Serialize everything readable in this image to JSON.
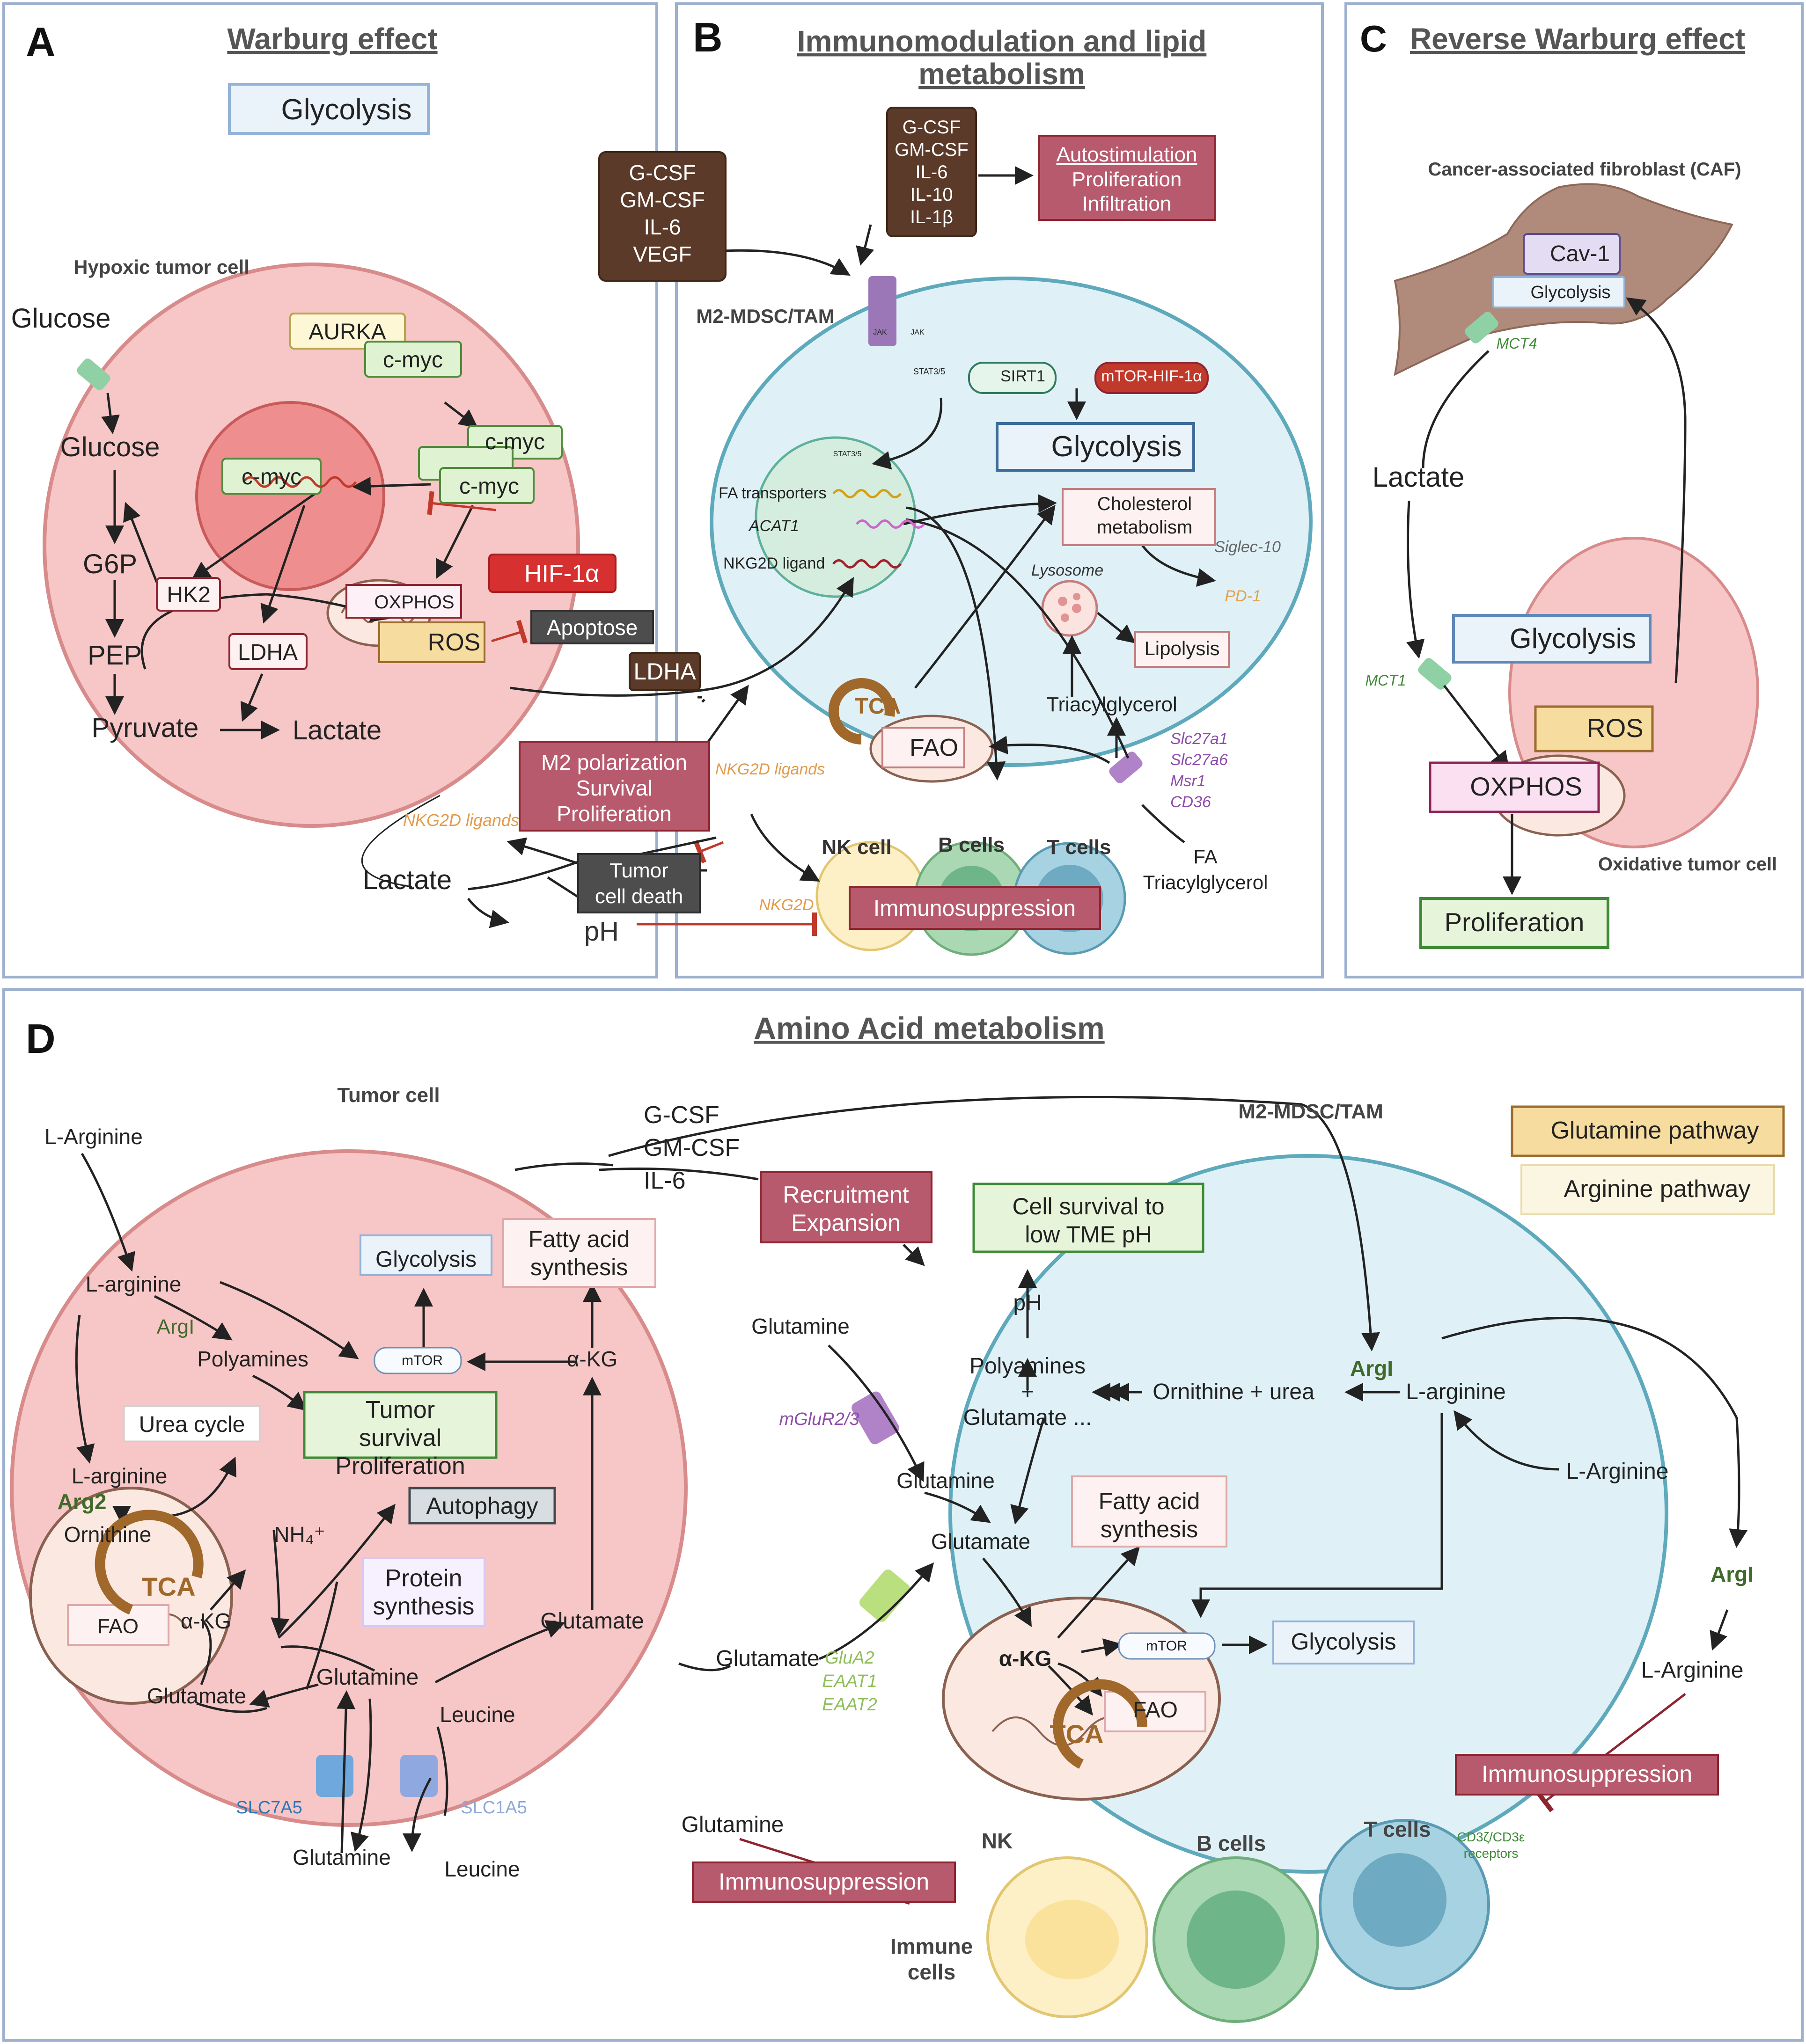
{
  "panels": {
    "a": "A",
    "b": "B",
    "c": "C",
    "d": "D"
  },
  "titles": {
    "a": "Warburg effect",
    "b1": "Immunomodulation and lipid",
    "b2": "metabolism",
    "c": "Reverse Warburg effect",
    "d": "Amino Acid metabolism"
  },
  "a": {
    "glycolysis": "Glycolysis",
    "hypoxic": "Hypoxic tumor cell",
    "glucose_out": "Glucose",
    "glucose_in": "Glucose",
    "g6p": "G6P",
    "pep": "PEP",
    "pyruvate": "Pyruvate",
    "lactate": "Lactate",
    "lactate_out": "Lactate",
    "ph": "pH",
    "aurka": "AURKA",
    "cmyc": "c-myc",
    "hk2": "HK2",
    "ldha": "LDHA",
    "hif": "HIF-1α",
    "oxphos": "OXPHOS",
    "ros": "ROS",
    "apoptose": "Apoptose",
    "ligands": "NKG2D ligands"
  },
  "mid": {
    "c1": "G-CSF",
    "c2": "GM-CSF",
    "c3": "IL-6",
    "c4": "VEGF",
    "ldha": "LDHA",
    "m2a": "M2 polarization",
    "m2b": "Survival",
    "m2c": "Proliferation",
    "tcd1": "Tumor",
    "tcd2": "cell death"
  },
  "b": {
    "cy1": "G-CSF",
    "cy2": "GM-CSF",
    "cy3": "IL-6",
    "cy4": "IL-10",
    "cy5": "IL-1β",
    "auto1": "Autostimulation",
    "auto2": "Proliferation",
    "auto3": "Infiltration",
    "mdsc": "M2-MDSC/TAM",
    "jak": "JAK",
    "stat": "STAT3/5",
    "sirt1": "SIRT1",
    "mtor_hif": "mTOR-HIF-1α",
    "glycolysis": "Glycolysis",
    "fa_trans": "FA transporters",
    "acat1": "ACAT1",
    "nkg2d_lig": "NKG2D ligand",
    "chol1": "Cholesterol",
    "chol2": "metabolism",
    "siglec": "Siglec-10",
    "pd1": "PD-1",
    "lysosome": "Lysosome",
    "lipolysis": "Lipolysis",
    "tag": "Triacylglycerol",
    "tca": "TCA",
    "fao": "FAO",
    "slc1": "Slc27a1",
    "slc2": "Slc27a6",
    "slc3": "Msr1",
    "slc4": "CD36",
    "fa": "FA",
    "fa_tag": "Triacylglycerol",
    "ligands": "NKG2D ligands",
    "nk": "NK cell",
    "bcells": "B cells",
    "tcells": "T cells",
    "nkg2d": "NKG2D",
    "immuno": "Immunosuppression"
  },
  "c": {
    "caf": "Cancer-associated fibroblast (CAF)",
    "cav1": "Cav-1",
    "glycolysis_small": "Glycolysis",
    "mct4": "MCT4",
    "lactate": "Lactate",
    "glycolysis": "Glycolysis",
    "mct1": "MCT1",
    "ros": "ROS",
    "oxphos": "OXPHOS",
    "oxidative": "Oxidative tumor cell",
    "prolif": "Proliferation"
  },
  "d": {
    "tumor": "Tumor cell",
    "larg_out": "L-Arginine",
    "larg": "L-arginine",
    "argi": "ArgI",
    "polyamines": "Polyamines",
    "mtor": "mTOR",
    "alpha_kg": "α-KG",
    "glycolysis": "Glycolysis",
    "fas1": "Fatty acid",
    "fas2": "synthesis",
    "surv1": "Tumor",
    "surv2": "survival",
    "surv3": "Proliferation",
    "urea": "Urea cycle",
    "autophagy": "Autophagy",
    "larg_mito": "L-arginine",
    "arg2": "Arg2",
    "ornithine": "Ornithine",
    "nh4": "NH₄⁺",
    "tca": "TCA",
    "fao": "FAO",
    "akg_mito": "α-KG",
    "glutamate_mito": "Glutamate",
    "protein1": "Protein",
    "protein2": "synthesis",
    "glutamine": "Glutamine",
    "glutamate": "Glutamate",
    "leucine": "Leucine",
    "slc7a5": "SLC7A5",
    "slc1a5": "SLC1A5",
    "glutamine_out": "Glutamine",
    "leucine_out": "Leucine",
    "cy1": "G-CSF",
    "cy2": "GM-CSF",
    "cy3": "IL-6",
    "recr1": "Recruitment",
    "recr2": "Expansion",
    "mdsc": "M2-MDSC/TAM",
    "csurv1": "Cell survival to",
    "csurv2": "low TME pH",
    "ph": "pH",
    "poly1": "Polyamines",
    "plus": "+",
    "poly2": "Glutamate ...",
    "orn_urea": "Ornithine +  urea",
    "argi_m": "ArgI",
    "larg_m": "L-arginine",
    "larg_ext": "L-Arginine",
    "gln_ext": "Glutamine",
    "mglur": "mGluR2/3",
    "gln_m": "Glutamine",
    "glu_m": "Glutamate",
    "fas_m1": "Fatty acid",
    "fas_m2": "synthesis",
    "glu_ext": "Glutamate",
    "glua1": "GluA2",
    "glua2": "EAAT1",
    "glua3": "EAAT2",
    "akg_m": "α-KG",
    "mtor_m": "mTOR",
    "glyco_m": "Glycolysis",
    "fao_m": "FAO",
    "tca_m": "TCA",
    "leg1": "Glutamine pathway",
    "leg2": "Arginine pathway",
    "argi_r": "ArgI",
    "larg_r": "L-Arginine",
    "immuno_r": "Immunosuppression",
    "cd3": "CD3ζ/CD3ε",
    "receptors": "receptors",
    "gln_low": "Glutamine",
    "immuno_l": "Immunosuppression",
    "immune1": "Immune",
    "immune2": "cells",
    "nk": "NK",
    "bcells": "B cells",
    "tcells": "T cells"
  }
}
